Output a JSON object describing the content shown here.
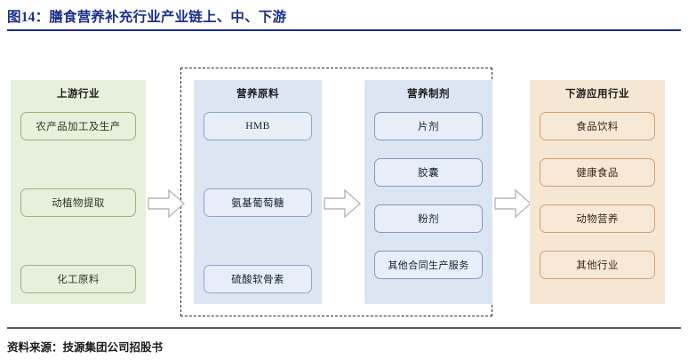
{
  "figure": {
    "title": "图14：膳食营养补充行业产业链上、中、下游",
    "source": "资料来源：技源集团公司招股书",
    "accent_color": "#1d2f8a"
  },
  "diagram": {
    "type": "value-chain",
    "panels": [
      {
        "id": "upstream",
        "title": "上游行业",
        "color": "#e7efdd",
        "border_color": "#9ab47a",
        "items": [
          "农产品加工及生产",
          "动植物提取",
          "化工原料"
        ]
      },
      {
        "id": "nutrition-raw-material",
        "title": "营养原料",
        "color": "#dce5f2",
        "border_color": "#8da7c8",
        "items": [
          "HMB",
          "氨基葡萄糖",
          "硫酸软骨素"
        ]
      },
      {
        "id": "nutrition-formulation",
        "title": "营养制剂",
        "color": "#dce5f2",
        "border_color": "#7f9cc0",
        "items": [
          "片剂",
          "胶囊",
          "粉剂",
          "其他合同生产服务"
        ]
      },
      {
        "id": "downstream",
        "title": "下游应用行业",
        "color": "#f6e7d5",
        "border_color": "#cda271",
        "items": [
          "食品饮料",
          "健康食品",
          "动物营养",
          "其他行业"
        ]
      }
    ],
    "arrows": [
      {
        "id": "arrow-upstream-to-raw-material",
        "direction": "right"
      },
      {
        "id": "arrow-raw-material-to-formulation",
        "direction": "right"
      },
      {
        "id": "arrow-formulation-to-downstream",
        "direction": "right"
      }
    ],
    "grouping": {
      "id": "midstream-dashed-group",
      "style": "dashed",
      "border_color": "#2a2a2a"
    }
  }
}
